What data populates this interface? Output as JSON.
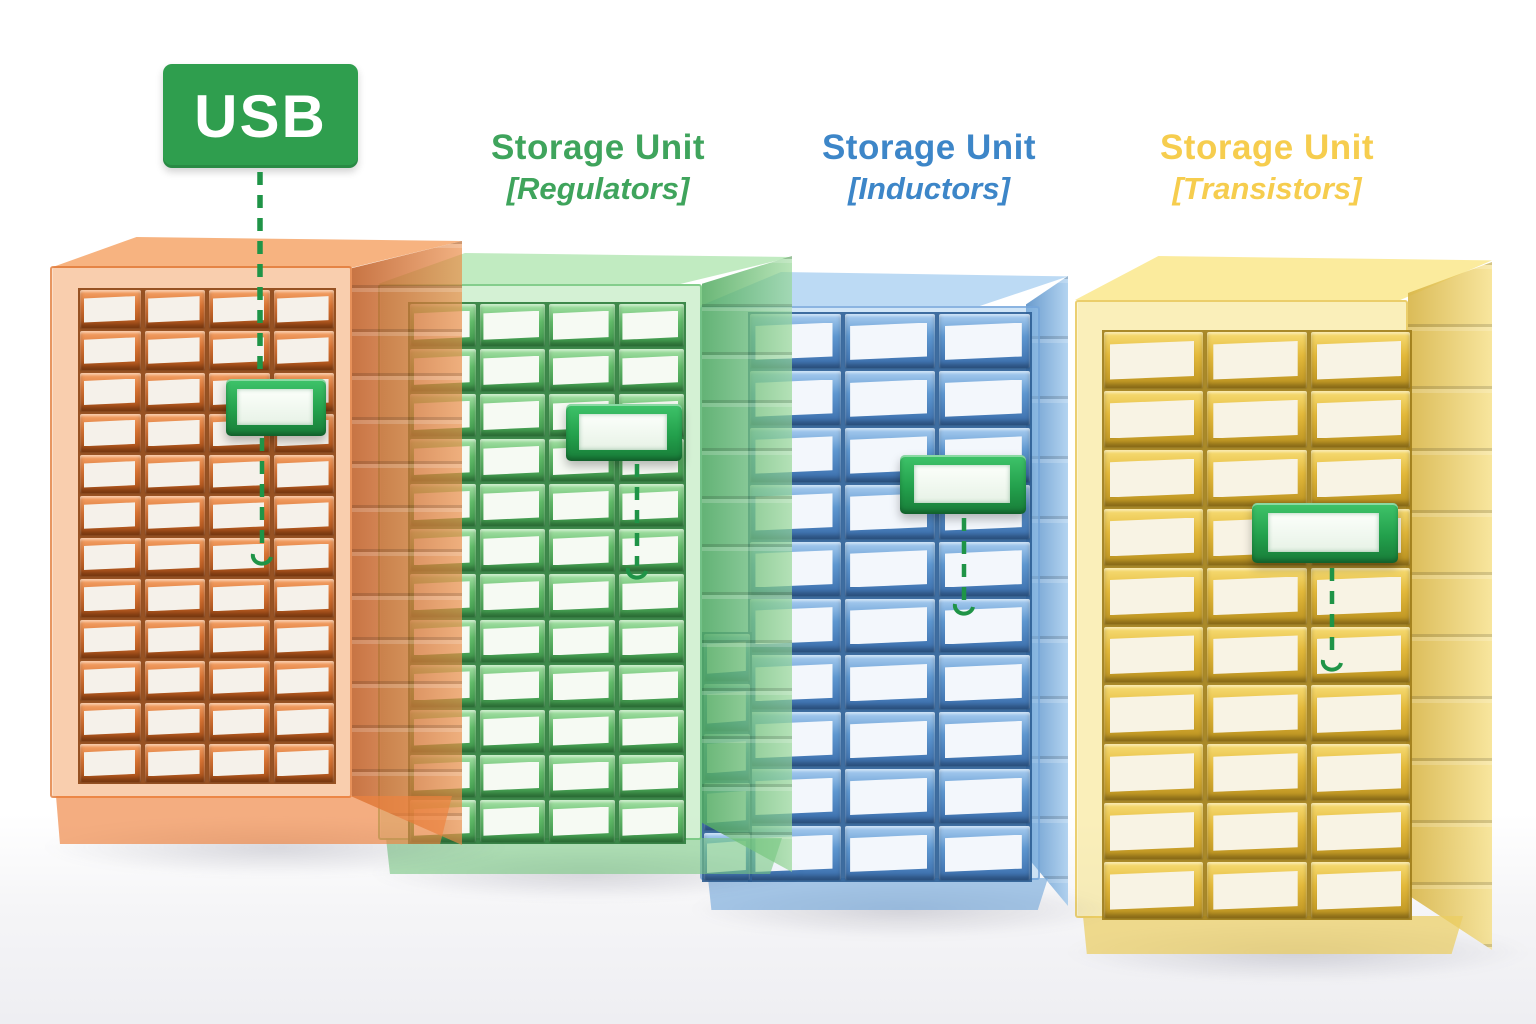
{
  "usb_tag": {
    "label": "USB",
    "bg_color": "#2f9e4e",
    "text_color": "#ffffff"
  },
  "connector_color": "#1f9447",
  "highlight_color": "#23a04c",
  "cabinets": [
    {
      "name": "usb-cabinet",
      "color": "orange",
      "body_color": "#e1762f",
      "columns": 4,
      "rows": 12,
      "highlighted_drawer": true
    },
    {
      "name": "regulators-cabinet",
      "color": "green",
      "body_color": "#52b25f",
      "columns": 4,
      "rows": 12,
      "highlighted_drawer": true,
      "title": "Storage Unit",
      "subtitle": "[Regulators]",
      "accent": "#3fa45c"
    },
    {
      "name": "inductors-cabinet",
      "color": "blue",
      "body_color": "#4f8fce",
      "columns": 3,
      "rows": 10,
      "side_rows": 5,
      "highlighted_drawer": true,
      "title": "Storage Unit",
      "subtitle": "[Inductors]",
      "accent": "#3d86c8"
    },
    {
      "name": "transistors-cabinet",
      "color": "yellow",
      "body_color": "#e8c234",
      "columns": 3,
      "rows": 10,
      "highlighted_drawer": true,
      "title": "Storage Unit",
      "subtitle": "[Transistors]",
      "accent": "#f6cd4e"
    }
  ]
}
